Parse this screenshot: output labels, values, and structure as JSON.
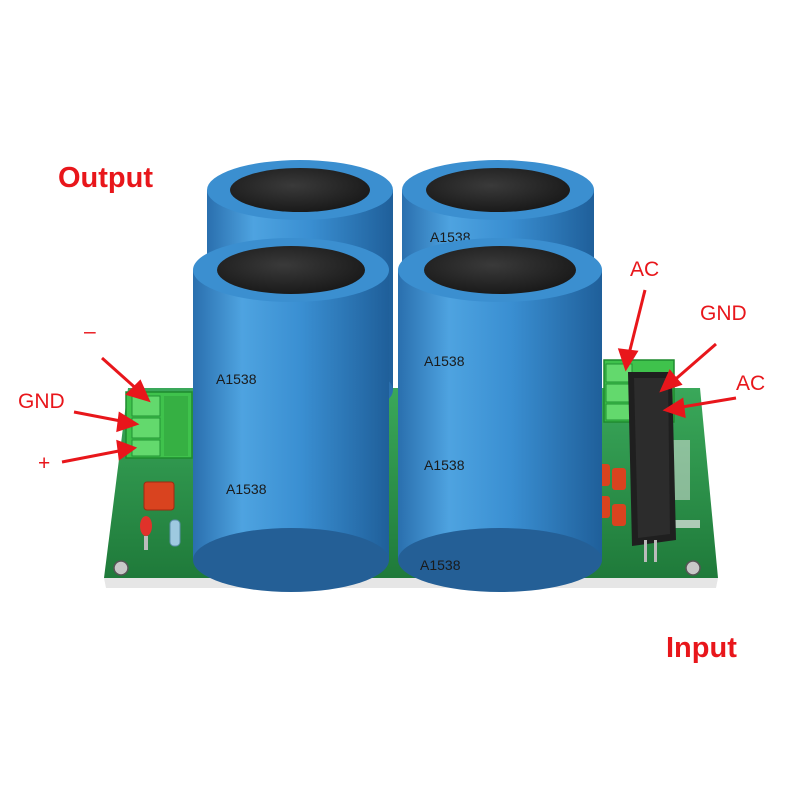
{
  "labels": {
    "output": "Output",
    "input": "Input",
    "minus": "–",
    "gnd_left": "GND",
    "plus": "+",
    "ac_top": "AC",
    "gnd_right": "GND",
    "ac_bottom": "AC"
  },
  "capacitor_print": {
    "front_left_top": "A1538",
    "front_left_bottom": "A1538",
    "front_right_top": "A1538",
    "front_right_bottom": "A1538",
    "front_right_rim": "A1538",
    "back_right": "A1538"
  },
  "colors": {
    "annotation": "#e8161b",
    "capacitor": "#3b8fd0",
    "pcb": "#2c9a4c",
    "terminal": "#3fc24c"
  }
}
